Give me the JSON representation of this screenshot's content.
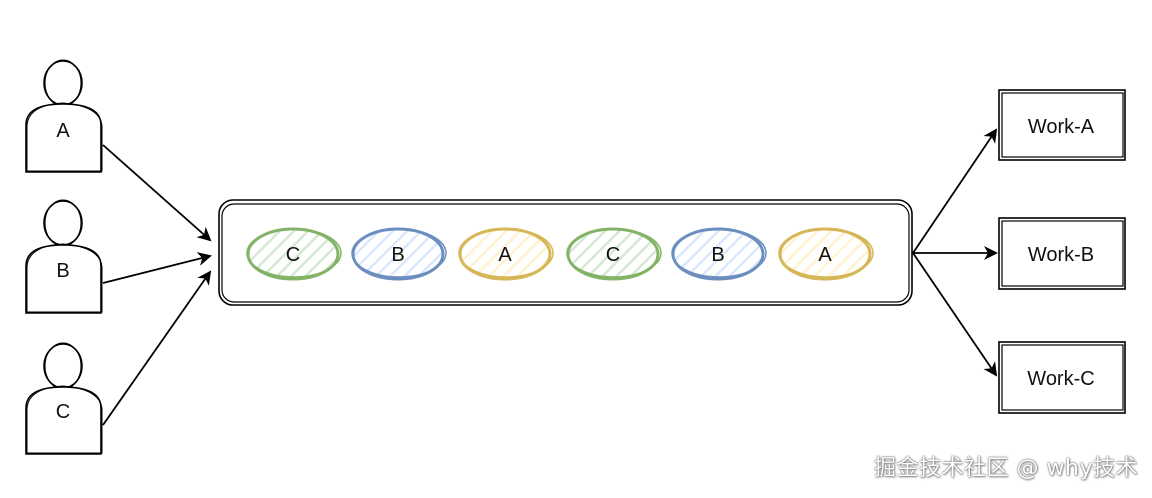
{
  "users": [
    {
      "label": "A"
    },
    {
      "label": "B"
    },
    {
      "label": "C"
    }
  ],
  "queue": {
    "items": [
      {
        "label": "C",
        "color": "#82b366",
        "fill": "#d5e8d4"
      },
      {
        "label": "B",
        "color": "#6c8ebf",
        "fill": "#dae8fc"
      },
      {
        "label": "A",
        "color": "#d6b656",
        "fill": "#fff2cc"
      },
      {
        "label": "C",
        "color": "#82b366",
        "fill": "#d5e8d4"
      },
      {
        "label": "B",
        "color": "#6c8ebf",
        "fill": "#dae8fc"
      },
      {
        "label": "A",
        "color": "#d6b656",
        "fill": "#fff2cc"
      }
    ]
  },
  "workers": [
    {
      "label": "Work-A"
    },
    {
      "label": "Work-B"
    },
    {
      "label": "Work-C"
    }
  ],
  "watermark": "掘金技术社区 @ why技术"
}
